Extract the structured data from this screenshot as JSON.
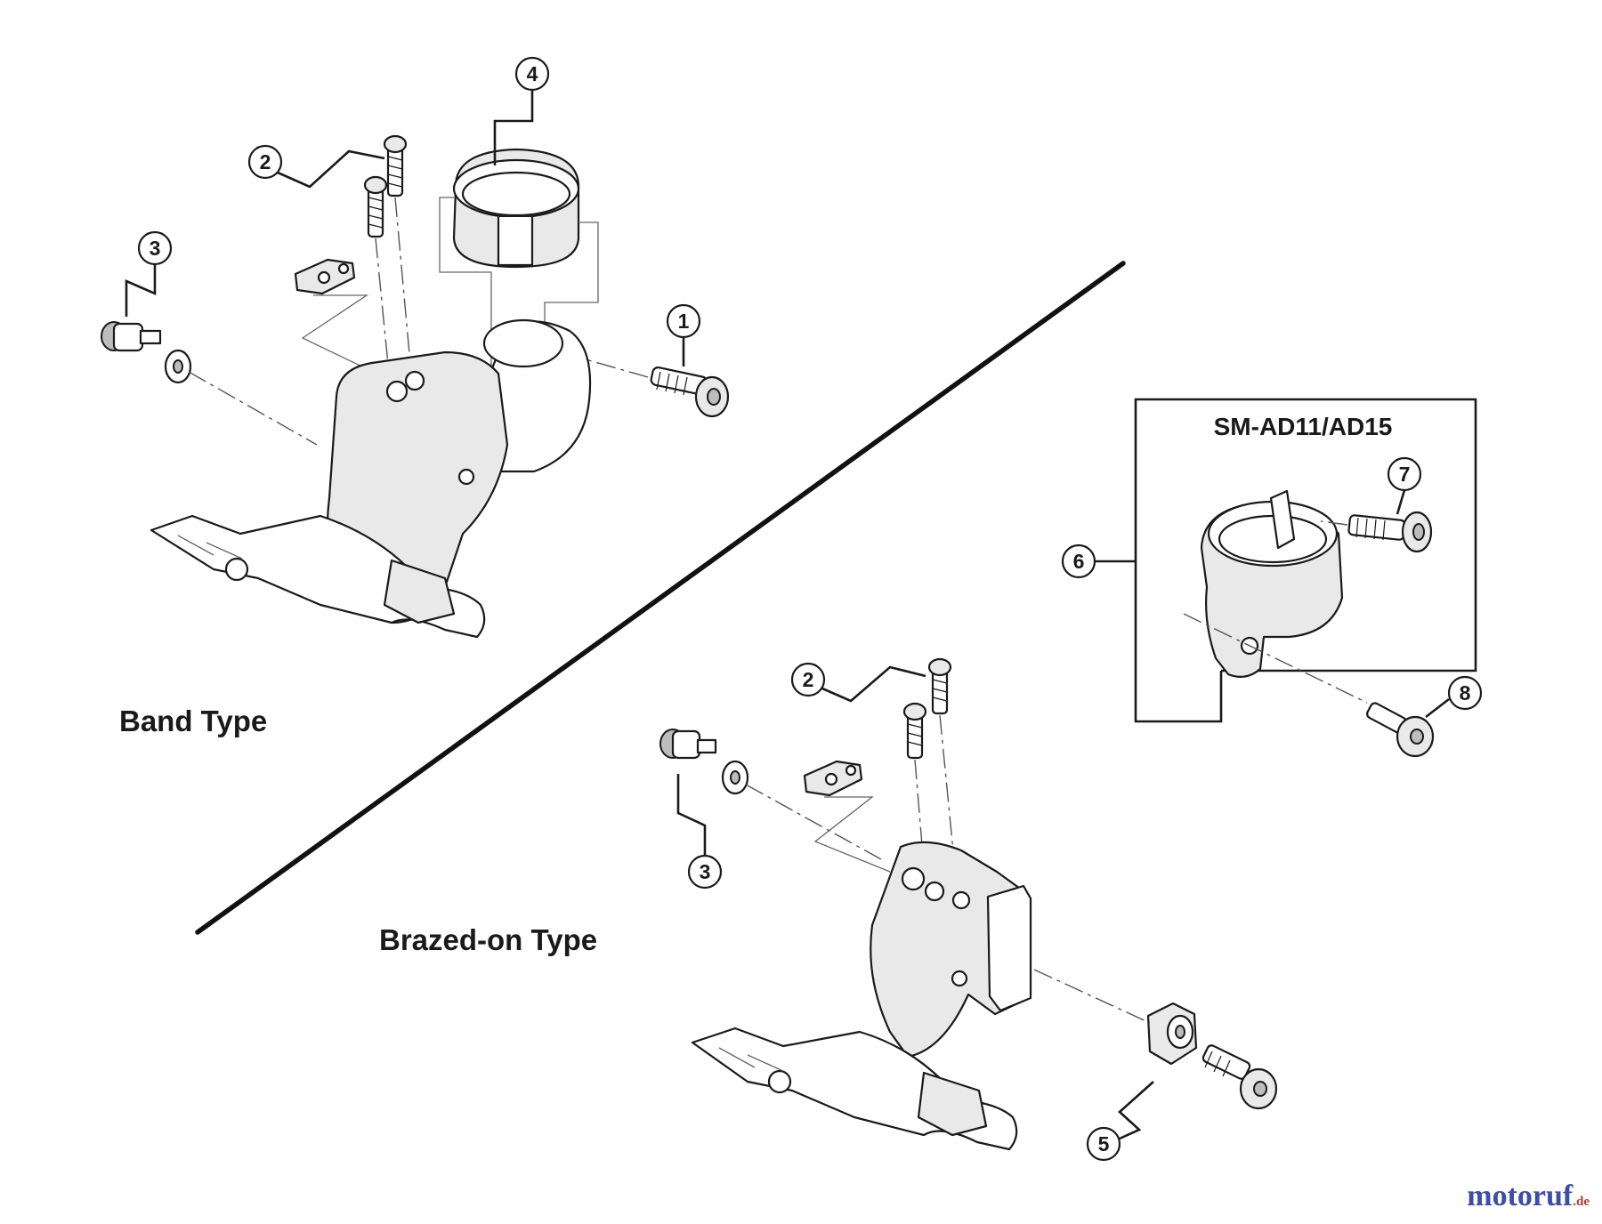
{
  "labels": {
    "band_type": "Band Type",
    "brazed_on_type": "Brazed-on Type",
    "adapter_box_title": "SM-AD11/AD15"
  },
  "callouts": {
    "band_1": "1",
    "band_2": "2",
    "band_3": "3",
    "band_4": "4",
    "brazed_2": "2",
    "brazed_3": "3",
    "brazed_5": "5",
    "adapter_6": "6",
    "adapter_7": "7",
    "adapter_8": "8"
  },
  "watermark": {
    "brand": "motoruf",
    "tld": ".de"
  },
  "colors": {
    "line": "#1a1a1a",
    "watermark_brand": "#3b4ea8",
    "watermark_tld": "#b33a2e"
  }
}
